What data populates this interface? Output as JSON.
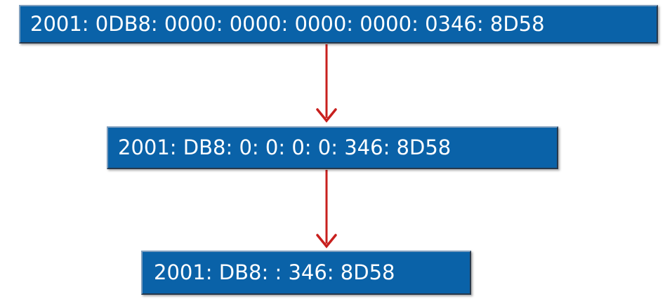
{
  "addresses": {
    "full": "2001: 0DB8: 0000: 0000: 0000: 0000: 0346: 8D58",
    "leading_zeros_removed": "2001: DB8: 0: 0: 0: 0: 346: 8D58",
    "compressed": "2001: DB8: : 346: 8D58"
  },
  "colors": {
    "box_fill": "#0a62a8",
    "box_text": "#ffffff",
    "arrow": "#c8201e"
  }
}
